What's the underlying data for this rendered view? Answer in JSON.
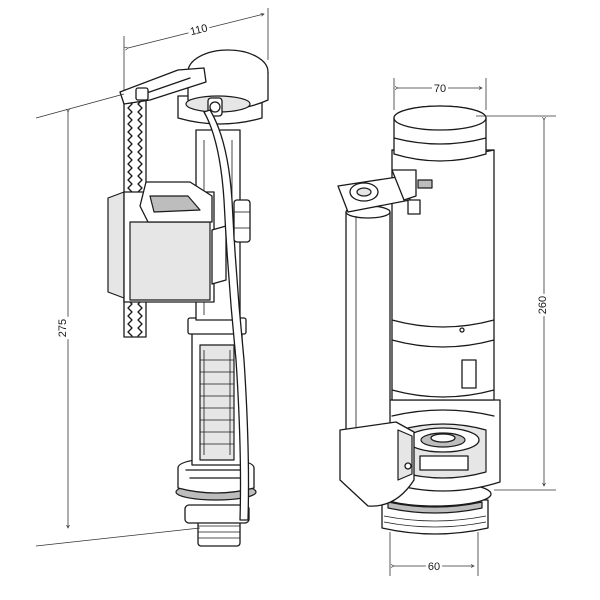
{
  "dimensions": {
    "fill_valve_width": "110",
    "fill_valve_height": "275",
    "flush_valve_top_diameter": "70",
    "flush_valve_height": "260",
    "flush_valve_base_diameter": "60"
  }
}
